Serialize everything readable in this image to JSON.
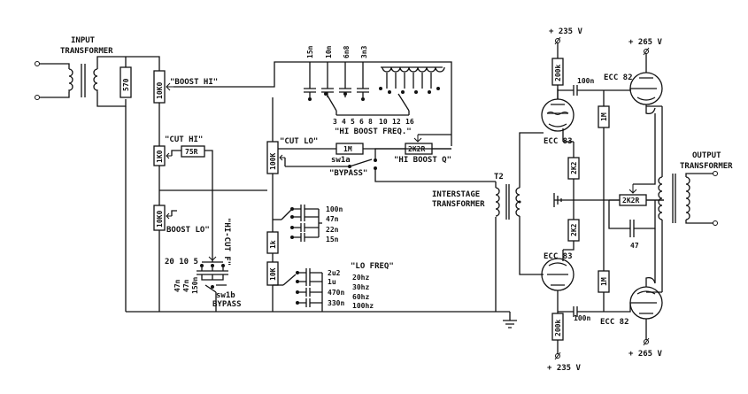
{
  "labels": {
    "input_transformer_1": "INPUT",
    "input_transformer_2": "TRANSFORMER",
    "output_transformer_1": "OUTPUT",
    "output_transformer_2": "TRANSFORMER",
    "interstage_1": "INTERSTAGE",
    "interstage_2": "TRANSFORMER",
    "t2": "T2",
    "boost_hi": "\"BOOST HI\"",
    "cut_hi": "\"CUT HI\"",
    "cut_lo": "\"CUT LO\"",
    "hi_boost_freq": "\"HI BOOST FREQ.\"",
    "hi_boost_q": "\"HI BOOST Q\"",
    "bypass_top": "\"BYPASS\"",
    "sw1a": "sw1a",
    "boost_lo": "BOOST LO\"",
    "hi_cut_f": "\"HI-CUT F\"",
    "lo_freq": "\"LO FREQ\"",
    "sw1b": "sw1b",
    "bypass_bottom": "BYPASS",
    "supply_235_top": "+ 235 V",
    "supply_235_bottom": "+ 235 V",
    "supply_265_top": "+ 265 V",
    "supply_265_bottom": "+ 265 V",
    "tube_ecc82_top": "ECC 82",
    "tube_ecc82_bottom": "ECC 82",
    "tube_ecc83_top": "ECC 83",
    "tube_ecc83_bottom": "ECC 83",
    "hi_cut_freqs": "20 10 5"
  },
  "components": {
    "r_570": "570",
    "r_10k_boost_hi": "10K0",
    "r_1k_cut_hi": "1K0",
    "r_75r": "75R",
    "r_10k_boost_lo": "10K0",
    "r_100k_cut_lo": "100K",
    "r_1k_mid": "1k",
    "r_10k_lo": "10K",
    "r_1m_top": "1M",
    "pot_2k2_q": "2K2R",
    "pot_2k2_out": "2K2R",
    "r_200k_top": "200k",
    "r_200k_bottom": "200k",
    "r_1m_mid_top": "1M",
    "r_1m_mid_bottom": "1M",
    "r_2k2_a": "2K2",
    "r_2k2_b": "2K2",
    "c_100n_top": "100n",
    "c_100n_bottom": "100n",
    "c_47": "47",
    "hi_caps": [
      "15n",
      "10n",
      "6n8",
      "3n3"
    ],
    "hi_positions": [
      "3",
      "4",
      "5",
      "6",
      "8",
      "10",
      "12",
      "16"
    ],
    "cut_lo_caps": [
      "100n",
      "47n",
      "22n",
      "15n"
    ],
    "lo_freq_caps": [
      "2u2",
      "1u",
      "470n",
      "330n"
    ],
    "lo_freq_values": [
      "20hz",
      "30hz",
      "60hz",
      "100hz"
    ],
    "hi_cut_caps": [
      "47n",
      "47n",
      "150n"
    ]
  }
}
